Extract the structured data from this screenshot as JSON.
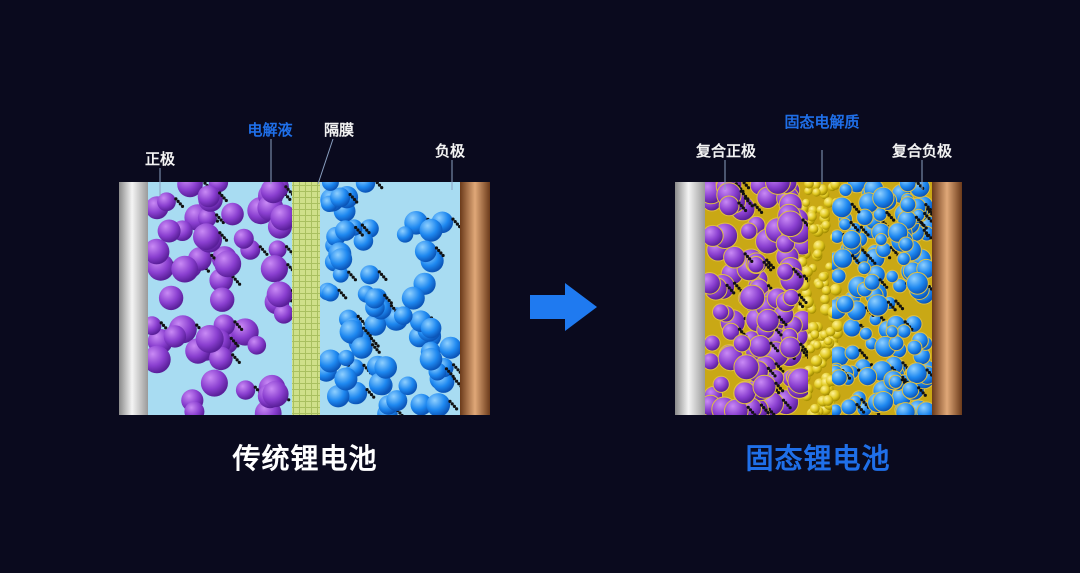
{
  "traditional": {
    "title": "传统锂电池",
    "labels": {
      "cathode": "正极",
      "electrolyte": "电解液",
      "separator": "隔膜",
      "anode": "负极"
    }
  },
  "solid_state": {
    "title": "固态锂电池",
    "labels": {
      "cathode": "复合正极",
      "electrolyte": "固态电解质",
      "anode": "复合负极"
    }
  },
  "colors": {
    "background": "#0a0a1e",
    "accent_blue": "#1f6fe8",
    "purple": "#8a3fd0",
    "blue_ball": "#1e88f0",
    "yellow": "#d8c21a"
  }
}
